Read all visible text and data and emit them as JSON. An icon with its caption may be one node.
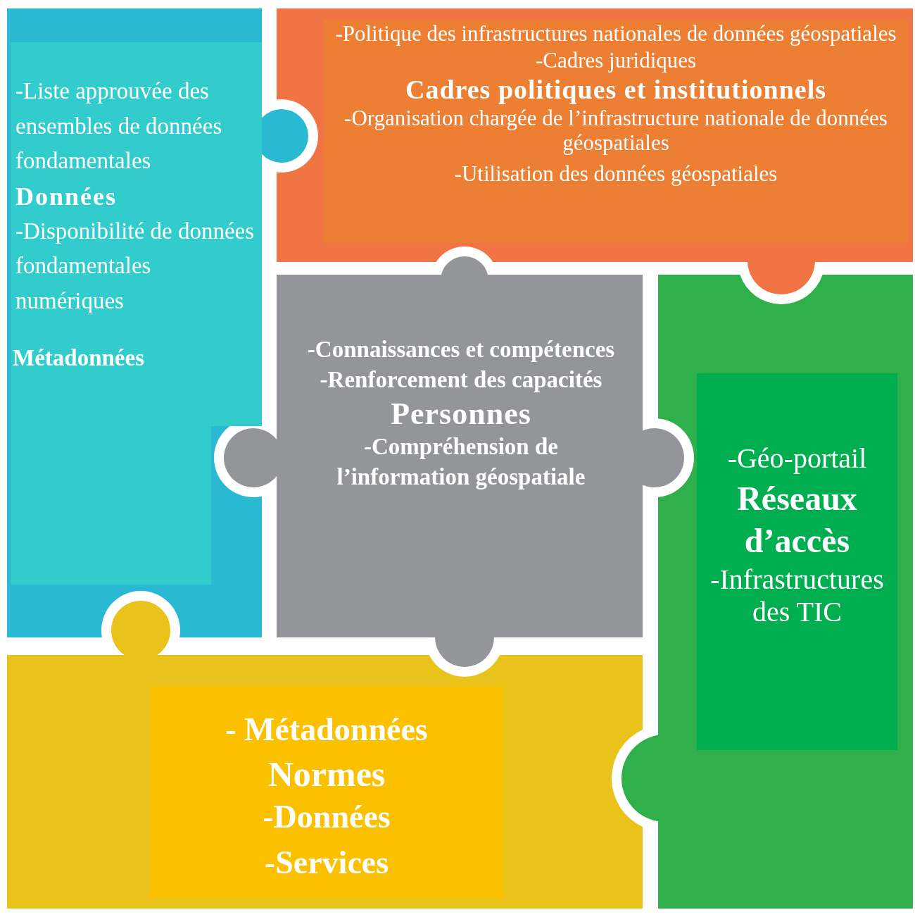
{
  "diagram": {
    "nodes": [
      {
        "text": [
          "-Liste approuvée des ensembles de données fondamentales",
          "Données",
          "-Disponibilité de données fondamentales numériques",
          "Métadonnées"
        ]
      },
      {
        "text": [
          "-Politique des infrastructures nationales de données géospatiales",
          "-Cadres juridiques",
          "Cadres politiques et institutionnels",
          "-Organisation chargée de l’infrastructure nationale de données géospatiales",
          "-Utilisation des données géospatiales"
        ]
      },
      {
        "text": [
          "-Connaissances et compétences",
          "-Renforcement des capacités",
          "Personnes",
          "-Compréhension de l’information géospatiale"
        ]
      },
      {
        "text": [
          "-Géo-portail",
          "Réseaux d’accès",
          "-Infrastructures des TIC"
        ]
      },
      {
        "text": [
          "- Métadonnées",
          "Normes",
          "-Données",
          "-Services"
        ]
      }
    ]
  }
}
